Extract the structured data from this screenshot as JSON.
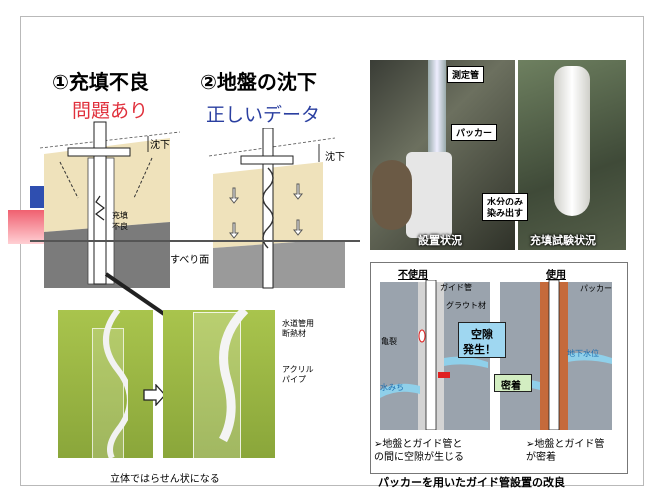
{
  "diagram_left": {
    "title": "①充填不良",
    "subtitle": "問題あり",
    "settlement": "沈下",
    "defect_label_line1": "充填",
    "defect_label_line2": "不良"
  },
  "diagram_right": {
    "title": "②地盤の沈下",
    "subtitle": "正しいデータ",
    "settlement": "沈下",
    "slip_surface": "すべり面"
  },
  "photos_top": {
    "callout_pipe": "測定管",
    "callout_packer": "パッカー",
    "callout_water_line1": "水分のみ",
    "callout_water_line2": "染み出す",
    "caption_install": "設置状況",
    "caption_fill_test": "充填試験状況"
  },
  "photo_bottom": {
    "label_insulation_line1": "水道管用",
    "label_insulation_line2": "断熱材",
    "label_acrylic_line1": "アクリル",
    "label_acrylic_line2": "パイプ",
    "caption": "立体ではらせん状になる"
  },
  "packer_panel": {
    "header_unused": "不使用",
    "header_used": "使用",
    "label_guide_pipe": "ガイド管",
    "label_grout": "グラウト材",
    "label_crack": "亀裂",
    "label_groundwater": "地下水位",
    "label_water": "水みち",
    "label_packer": "パッカー",
    "void_line1": "空隙",
    "void_line2": "発生！",
    "sealed": "密着",
    "note_left_line1": "➢地盤とガイド管と",
    "note_left_line2": "の間に空隙が生じる",
    "note_right_line1": "➢地盤とガイド管",
    "note_right_line2": "が密着",
    "caption": "パッカーを用いたガイド管設置の改良"
  },
  "colors": {
    "soil": "#efe2bb",
    "bedrock": "#7b7b7b",
    "red_text": "#e0303c",
    "blue_text": "#2a3fa0",
    "wall_green": "#a8c34a"
  }
}
